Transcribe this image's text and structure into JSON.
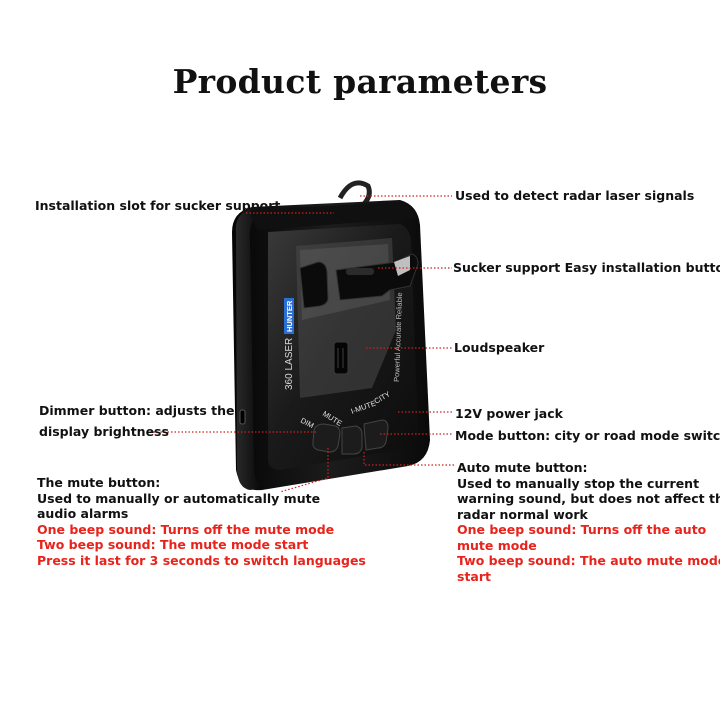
{
  "title": "Product parameters",
  "device": {
    "brand_badge": "HUNTER",
    "model_text": "360 LASER",
    "slogan": "Powerful Accurate Reliable",
    "buttons": [
      "DIM",
      "MUTE",
      "I-MUTE",
      "CITY"
    ]
  },
  "labels": {
    "installation_slot": "Installation slot for sucker support",
    "detect_radar": "Used to detect radar laser signals",
    "sucker_button": "Sucker support Easy installation button",
    "loudspeaker": "Loudspeaker",
    "dimmer_line1": "Dimmer button: adjusts the",
    "dimmer_line2": "display brightness",
    "power_jack": "12V power jack",
    "mode_button": "Mode button: city or road mode switch"
  },
  "mute": {
    "heading": "The mute button:",
    "desc_line1": "Used to manually or automatically mute",
    "desc_line2": "audio alarms",
    "red1": "One beep sound: Turns off the mute mode",
    "red2": "Two beep sound: The mute mode start",
    "red3": "Press it last for 3 seconds to switch languages"
  },
  "auto_mute": {
    "heading": "Auto mute button:",
    "desc_line1": "Used to manually stop the current",
    "desc_line2": "warning sound, but does not affect the",
    "desc_line3": "radar normal work",
    "red1_line1": "One beep sound: Turns off the auto",
    "red1_line2": "mute mode",
    "red2_line1": "Two beep sound: The auto mute mode",
    "red2_line2": "start"
  },
  "colors": {
    "leader": "#d02020",
    "red_text": "#e8231c",
    "body": "#1a1a1a"
  }
}
